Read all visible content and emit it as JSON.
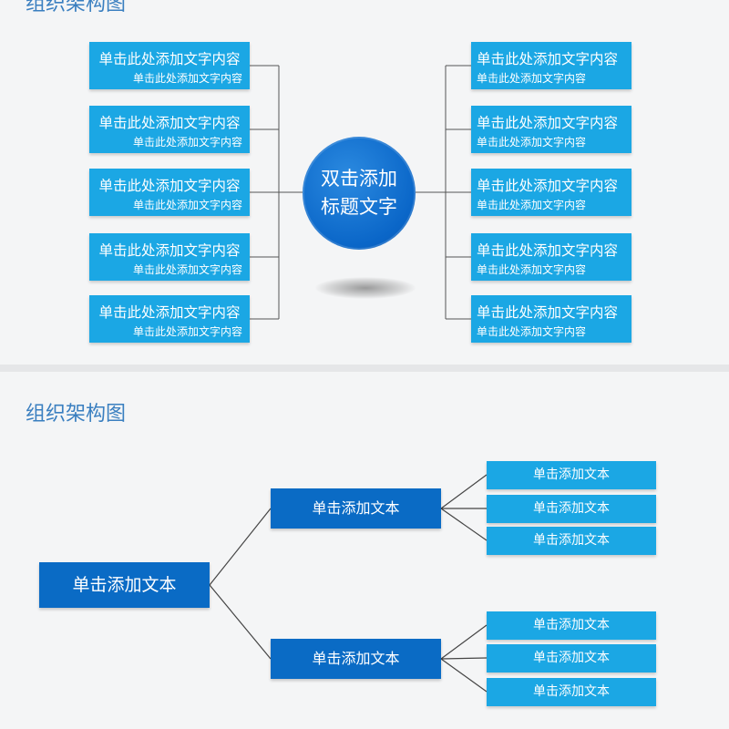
{
  "slide_top": {
    "title": "组织架构图",
    "center": {
      "line1": "双击添加",
      "line2": "标题文字"
    },
    "left_boxes": [
      {
        "main": "单击此处添加文字内容",
        "sub": "单击此处添加文字内容"
      },
      {
        "main": "单击此处添加文字内容",
        "sub": "单击此处添加文字内容"
      },
      {
        "main": "单击此处添加文字内容",
        "sub": "单击此处添加文字内容"
      },
      {
        "main": "单击此处添加文字内容",
        "sub": "单击此处添加文字内容"
      },
      {
        "main": "单击此处添加文字内容",
        "sub": "单击此处添加文字内容"
      }
    ],
    "right_boxes": [
      {
        "main": "单击此处添加文字内容",
        "sub": "单击此处添加文字内容"
      },
      {
        "main": "单击此处添加文字内容",
        "sub": "单击此处添加文字内容"
      },
      {
        "main": "单击此处添加文字内容",
        "sub": "单击此处添加文字内容"
      },
      {
        "main": "单击此处添加文字内容",
        "sub": "单击此处添加文字内容"
      },
      {
        "main": "单击此处添加文字内容",
        "sub": "单击此处添加文字内容"
      }
    ]
  },
  "slide_bottom": {
    "title": "组织架构图",
    "root": "单击添加文本",
    "branches": [
      {
        "label": "单击添加文本",
        "leaves": [
          "单击添加文本",
          "单击添加文本",
          "单击添加文本"
        ]
      },
      {
        "label": "单击添加文本",
        "leaves": [
          "单击添加文本",
          "单击添加文本",
          "单击添加文本"
        ]
      }
    ]
  },
  "colors": {
    "dark_blue": "#0a6bc5",
    "light_blue": "#1ba7e4",
    "title_blue": "#3a7fc0",
    "connector": "#555555"
  }
}
